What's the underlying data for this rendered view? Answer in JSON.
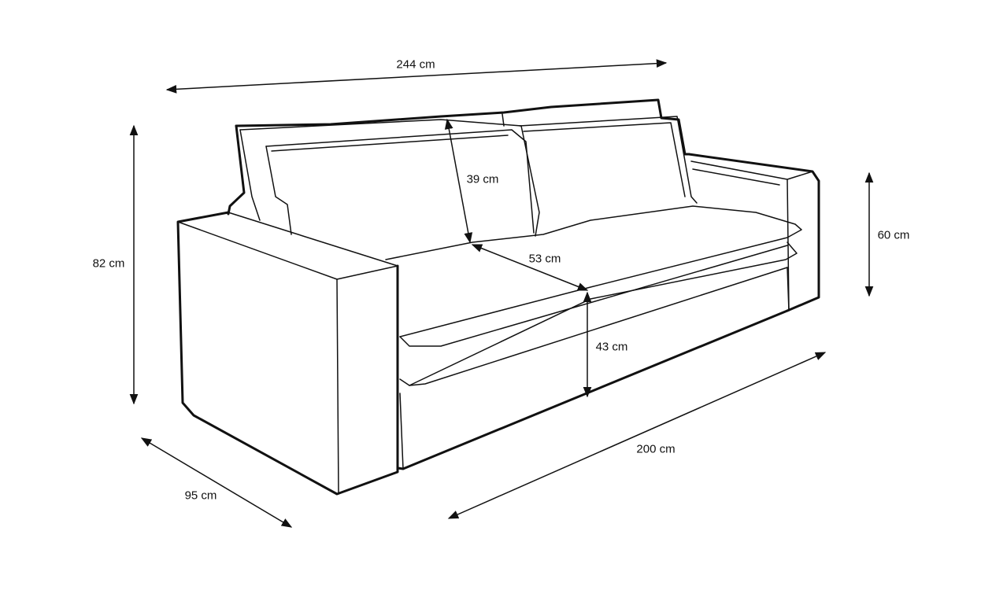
{
  "title": "Sofa dimensions",
  "colors": {
    "line": "#111111",
    "background": "#ffffff"
  },
  "dimensions": {
    "overall_width": "244 cm",
    "overall_height": "82 cm",
    "depth": "95 cm",
    "seat_width": "200 cm",
    "arm_height": "60 cm",
    "back_cushion_height": "39 cm",
    "seat_depth": "53 cm",
    "seat_height": "43 cm"
  }
}
